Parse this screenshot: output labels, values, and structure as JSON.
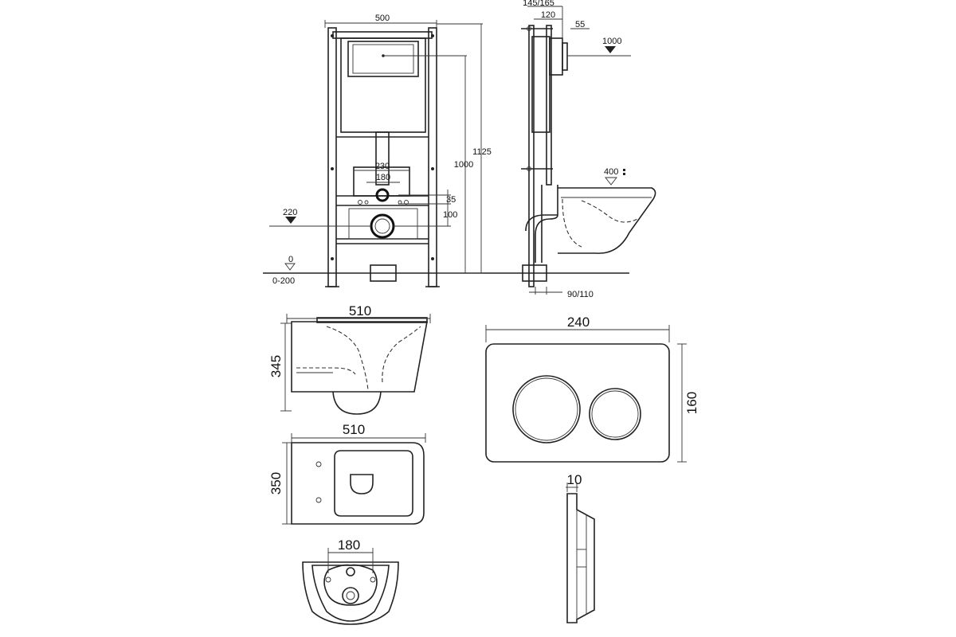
{
  "frame_front": {
    "width": "500",
    "frame_height": "1125",
    "flush_plate_height": "1000",
    "pipe_spacing_outer": "230",
    "pipe_spacing_inner": "180",
    "offset_small": "35",
    "drain_offset": "100",
    "drain_level": "220",
    "floor_level": "0",
    "floor_adjust": "0-200"
  },
  "frame_side": {
    "depth_range": "145/165",
    "depth": "120",
    "offset": "55",
    "plate_level": "1000",
    "bowl_level": "400",
    "outlet_diameter": "90/110"
  },
  "bowl_side": {
    "length": "510",
    "height": "345"
  },
  "bowl_top": {
    "length": "510",
    "width": "350"
  },
  "bowl_back": {
    "bolt_spacing": "180"
  },
  "flush_plate": {
    "width": "240",
    "height": "160",
    "thickness": "10"
  }
}
